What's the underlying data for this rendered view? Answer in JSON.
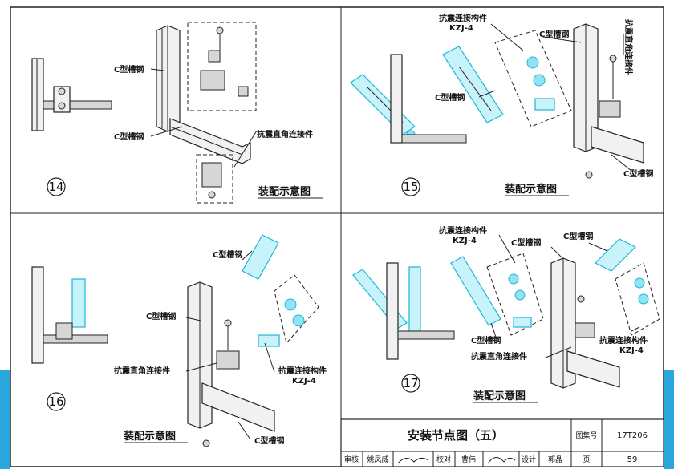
{
  "panels": {
    "p14": {
      "number": "14",
      "labels": [
        "C型槽钢",
        "C型槽钢",
        "抗震直角连接件"
      ],
      "caption": "装配示意图"
    },
    "p15": {
      "number": "15",
      "labels": [
        "抗震连接构件",
        "KZJ-4",
        "C型槽钢",
        "C型槽钢",
        "抗震直角连接件",
        "C型槽钢"
      ],
      "caption": "装配示意图"
    },
    "p16": {
      "number": "16",
      "labels": [
        "C型槽钢",
        "C型槽钢",
        "抗震直角连接件",
        "抗震连接构件",
        "KZJ-4",
        "C型槽钢"
      ],
      "caption": "装配示意图"
    },
    "p17": {
      "number": "17",
      "labels": [
        "抗震连接构件",
        "KZJ-4",
        "C型槽钢",
        "C型槽钢",
        "C型槽钢",
        "抗震直角连接件",
        "抗震连接构件",
        "KZJ-4"
      ],
      "caption": "装配示意图"
    }
  },
  "title_block": {
    "title": "安装节点图（五）",
    "atlas_label": "图集号",
    "atlas_no": "17T206",
    "page_label": "页",
    "page_no": "59",
    "signatures": [
      "审核",
      "姚凤威",
      "校对",
      "曹伟",
      "设计",
      "郭晶"
    ]
  },
  "colors": {
    "accent": "#1fb6d6",
    "border": "#222222",
    "side_bars": "#2aa6df"
  }
}
